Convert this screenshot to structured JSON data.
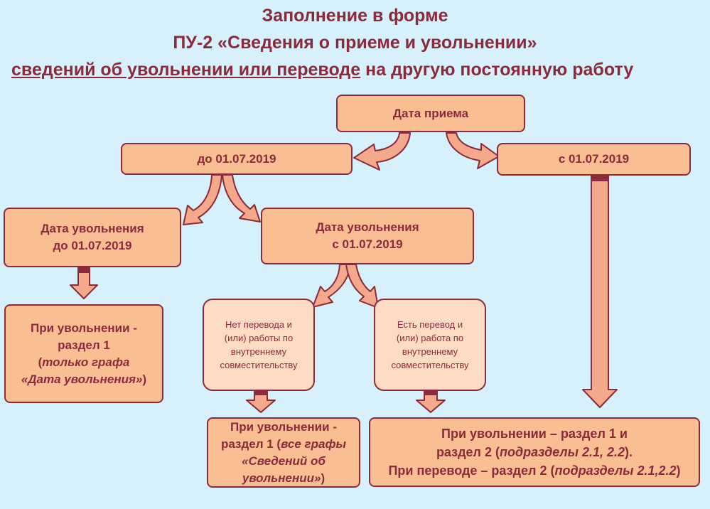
{
  "title": {
    "line1": "Заполнение в форме",
    "line2": "ПУ-2 «Сведения о приеме и увольнении»",
    "line3_underlined": "сведений об увольнении или переводе",
    "line3_rest": " на другую постоянную работу"
  },
  "nodes": {
    "hire_date": "Дата приема",
    "before": "до 01.07.2019",
    "after": "с 01.07.2019",
    "dismiss_before_l1": "Дата увольнения",
    "dismiss_before_l2": "до 01.07.2019",
    "dismiss_after_l1": "Дата увольнения",
    "dismiss_after_l2": "с 01.07.2019",
    "no_transfer_l1": "Нет перевода и",
    "no_transfer_l2": "(или) работы по",
    "no_transfer_l3": "внутреннему",
    "no_transfer_l4": "совместительству",
    "transfer_l1": "Есть перевод и",
    "transfer_l2": "(или) работа по",
    "transfer_l3": "внутреннему",
    "transfer_l4": "совместительству",
    "result1_l1": "При увольнении -",
    "result1_l2": "раздел 1",
    "result1_l3_a": "(",
    "result1_l3_i": "только графа",
    "result1_l4_i": "«Дата увольнения»",
    "result1_l4_b": ")",
    "result2_l1": "При увольнении -",
    "result2_l2_a": "раздел 1 (",
    "result2_l2_i": "все графы",
    "result2_l3_i": "«Сведений об",
    "result2_l4_i": "увольнении»",
    "result2_l4_b": ")",
    "result3_l1": "При увольнении – раздел 1 и",
    "result3_l2_a": "раздел 2 (",
    "result3_l2_i": "подразделы 2.1, 2.2",
    "result3_l2_b": ").",
    "result3_l3_a": "При переводе – раздел 2 (",
    "result3_l3_i": "подразделы 2.1,2.2",
    "result3_l3_b": ")"
  },
  "colors": {
    "background": "#d6f1fb",
    "box_fill": "#f9bf93",
    "box_fill_light": "#fddcc3",
    "border_text": "#8a2a3c",
    "arrow_fill": "#f4a98a"
  }
}
